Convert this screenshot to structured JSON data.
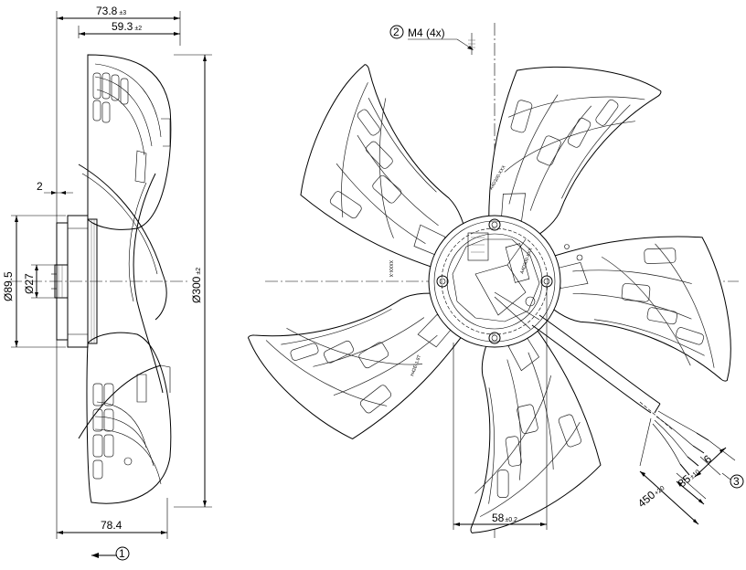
{
  "side_view": {
    "dim_overall_depth": {
      "value": "73.8",
      "tol": "±3"
    },
    "dim_blade_depth": {
      "value": "59.3",
      "tol": "±2"
    },
    "dim_offset": {
      "value": "2"
    },
    "dim_hub_dia": {
      "value": "Ø89.5"
    },
    "dim_shaft_dia": {
      "value": "Ø27"
    },
    "dim_fan_dia": {
      "value": "Ø300",
      "tol": "±2"
    },
    "dim_base_width": {
      "value": "78.4"
    },
    "callout_1": "1"
  },
  "front_view": {
    "callout_2": "2",
    "thread_label": "M4 (4x)",
    "dim_hole_offset": {
      "value": "58",
      "tol": "±0.2"
    },
    "callout_3": "3",
    "cable_dim_6": {
      "value": "6"
    },
    "cable_dim_85": {
      "value": "85",
      "tol": "±10"
    },
    "cable_dim_450": {
      "value": "450",
      "tol": "+20"
    },
    "hub_marking_1": "XXXX-X",
    "hub_marking_2": "H42E-1.8T",
    "hub_marking_3": "A4D300-XXX"
  }
}
